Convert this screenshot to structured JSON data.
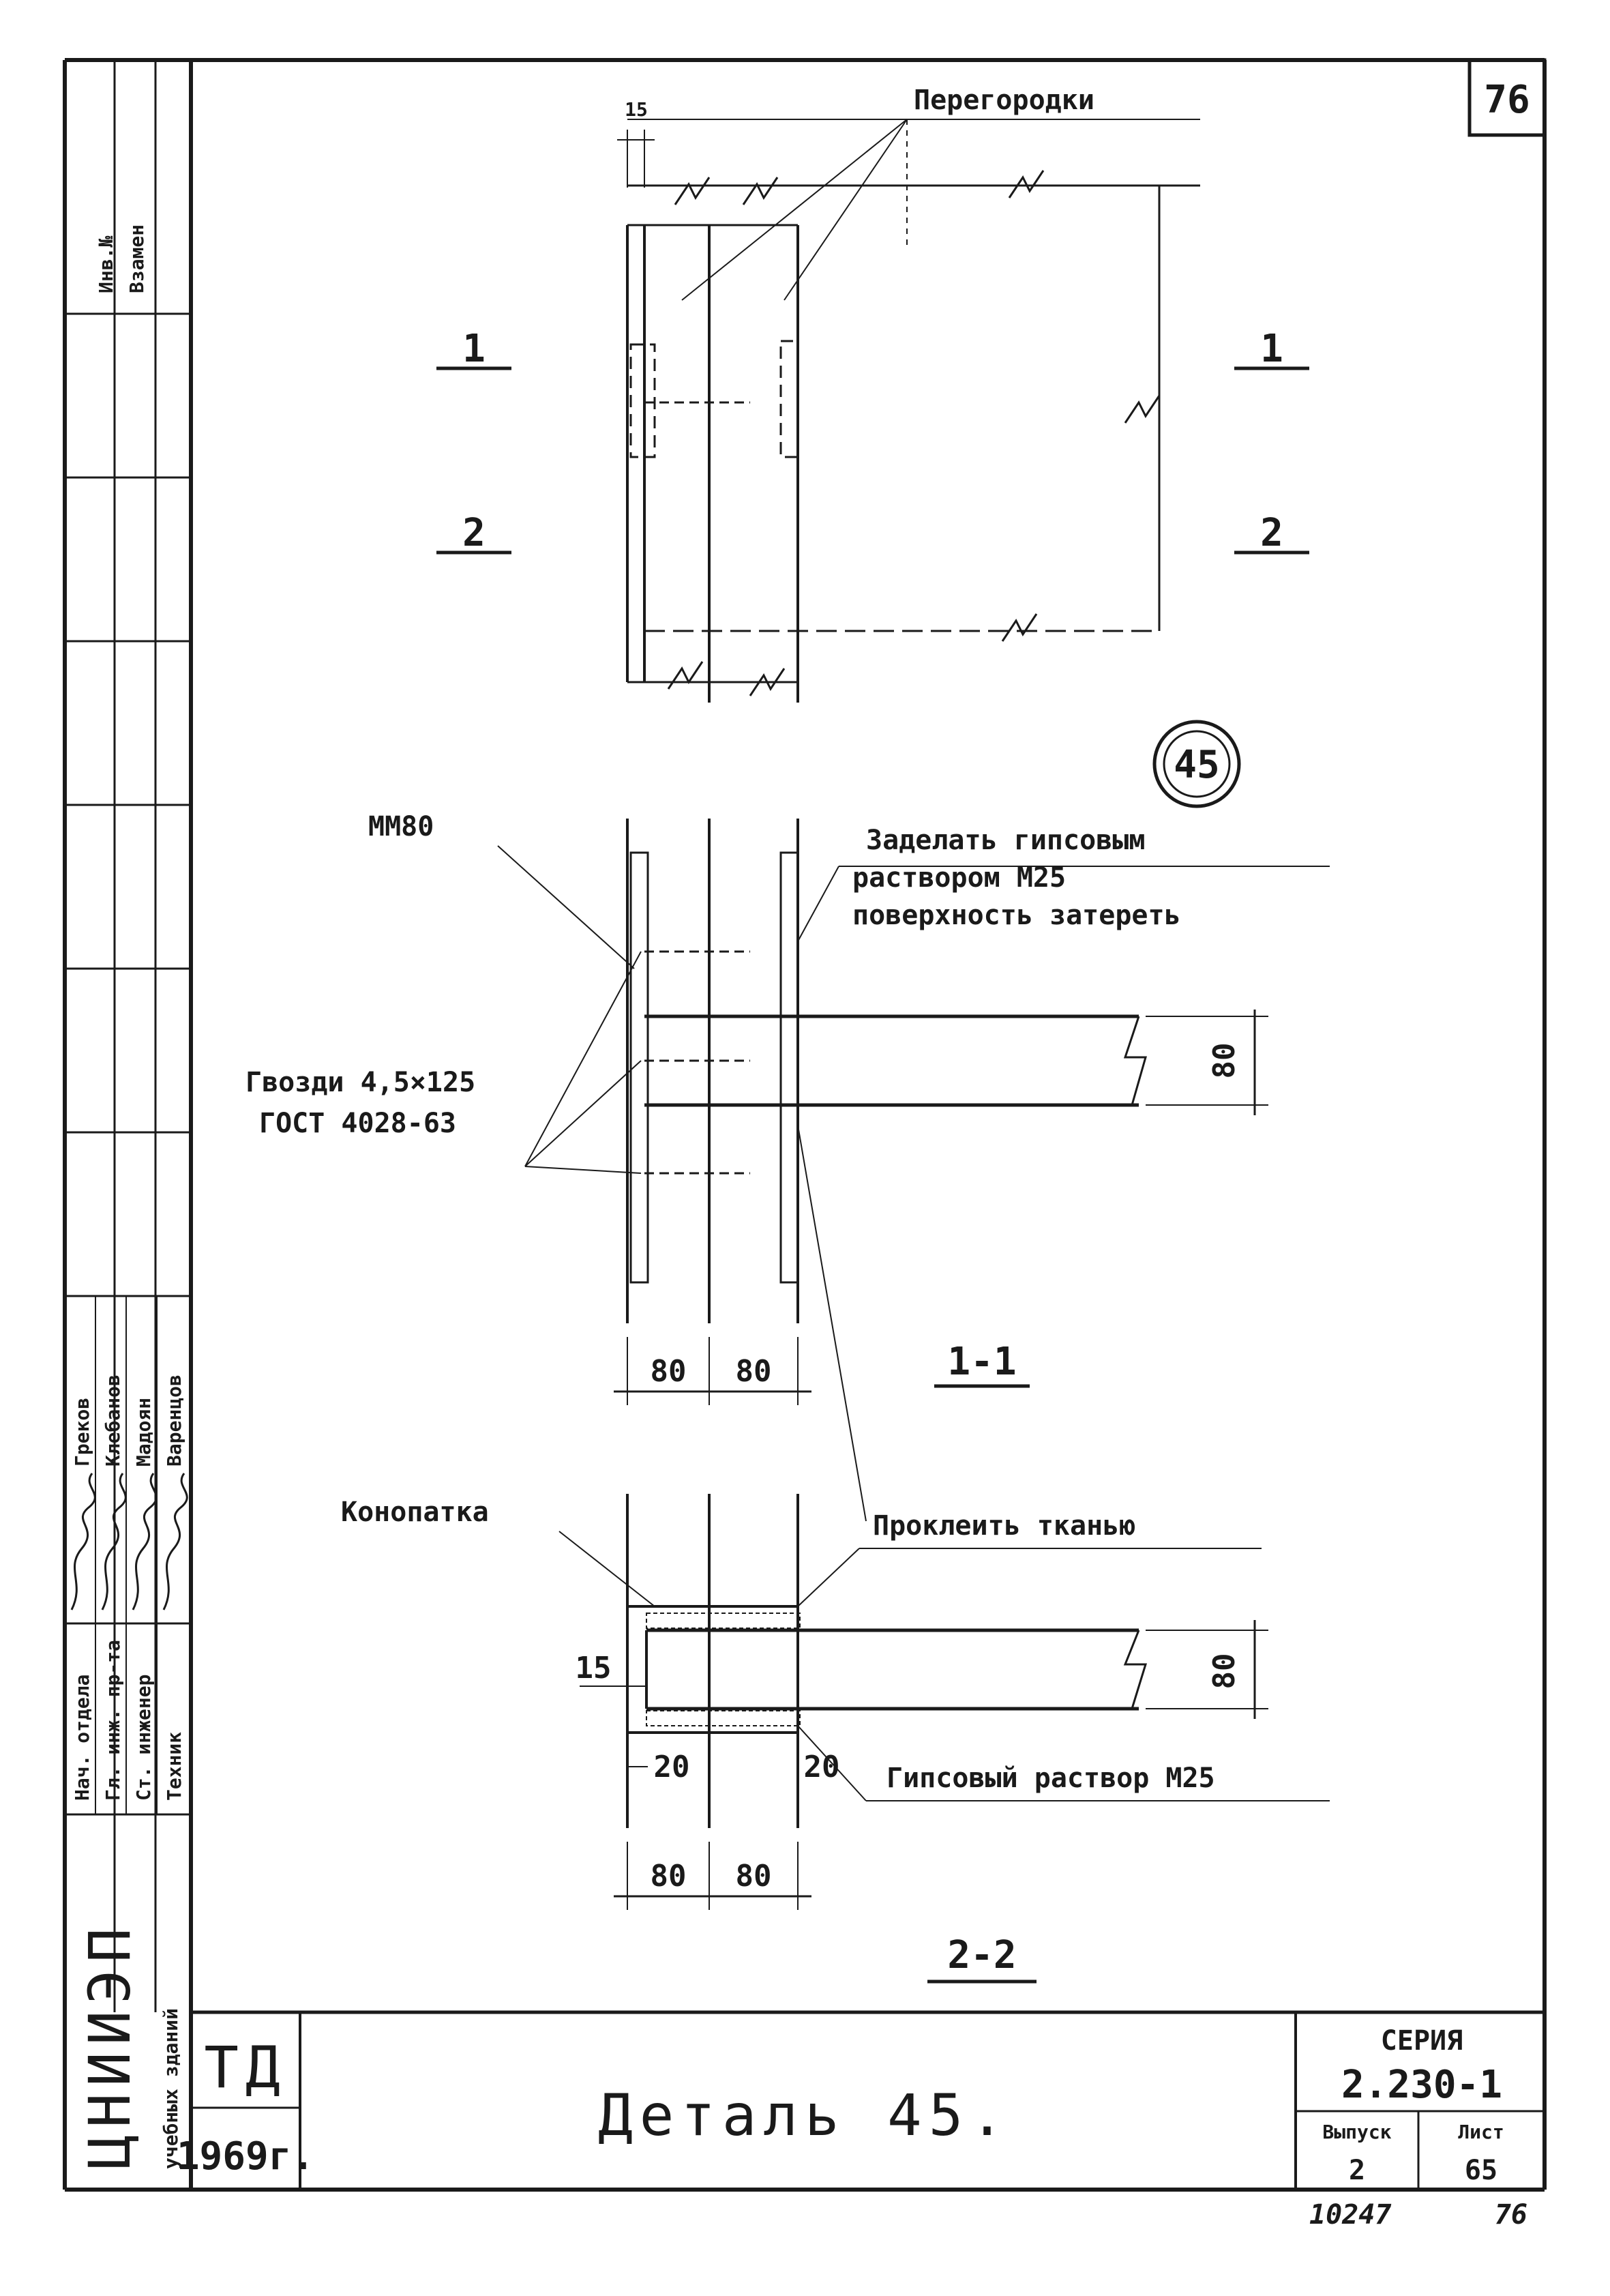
{
  "sheet": {
    "page_number": "76",
    "detail_number": "45"
  },
  "labels": {
    "partitions": "Перегородки",
    "section_top_left_1": "1",
    "section_top_right_1": "1",
    "section_top_left_2": "2",
    "section_top_right_2": "2",
    "mm80": "ММ80",
    "seal_line1": "Заделать гипсовым",
    "seal_line2": "раствором М25",
    "seal_line3": "поверхность затереть",
    "nails_line1": "Гвозди 4,5×125",
    "nails_line2": "ГОСТ 4028-63",
    "caulking": "Конопатка",
    "glue_fabric": "Проклеить тканью",
    "gypsum_mortar": "Гипсовый раствор М25"
  },
  "dimensions": {
    "top_gap": "15",
    "beam_height_1": "80",
    "beam_height_2": "80",
    "width_1_left": "80",
    "width_1_right": "80",
    "gap_2": "15",
    "seam_left": "20",
    "seam_right": "20",
    "width_2_left": "80",
    "width_2_right": "80"
  },
  "sections": {
    "s1": "1-1",
    "s2": "2-2"
  },
  "side_stamp": {
    "col_header_1": "Взамен",
    "col_header_2": "Инв.№",
    "roles": [
      "Нач. отдела",
      "Гл. инж. пр-та",
      "Ст. инженер",
      "Техник"
    ],
    "names": [
      "Греков",
      "Клебанов",
      "Мадоян",
      "Варенцов"
    ],
    "org_main": "ЦНИИЭП",
    "org_sub": "учебных зданий"
  },
  "title_block": {
    "code": "ТД",
    "year": "1969г.",
    "title": "Деталь 45.",
    "series_label": "СЕРИЯ",
    "series_value": "2.230-1",
    "issue_label": "Выпуск",
    "issue_value": "2",
    "sheet_label": "Лист",
    "sheet_value": "65"
  },
  "footer": {
    "archive_no": "10247",
    "page_no": "76"
  }
}
